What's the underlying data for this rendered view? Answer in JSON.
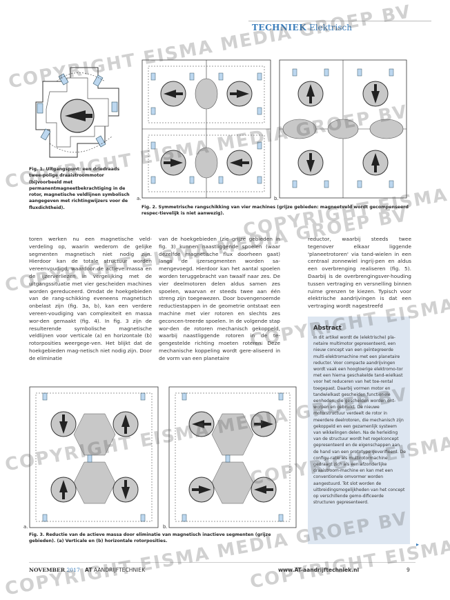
{
  "header": {
    "section": "TECHNIEK",
    "subsection": "Elektrisch"
  },
  "figure1": {
    "caption_label": "Fig. 1.",
    "caption_text": "Uitgangspunt: een driedraads twee-polige draaistroommotor (bijvoorbeeld met permanentmagneetbekrachtiging in de rotor, magnetische veldlijnen symbolisch aangegeven met richtingwijzers voor de fluxdichtheid)."
  },
  "figure2": {
    "label_a": "a.",
    "label_b": "b.",
    "caption_label": "Fig. 2.",
    "caption_text": "Symmetrische rangschikking van vier machines (grijze gebieden: magneetveld wordt gecompenseerd respec-tievelijk is niet aanwezig)."
  },
  "figure3": {
    "label_a": "a.",
    "label_b": "b.",
    "caption_label": "Fig. 3.",
    "caption_text": "Reductie van de actieve massa door eliminatie van magnetisch inactieve segmenten (grijze gebieden). (a) Verticale en (b) horizontale rotorposities."
  },
  "body": {
    "col1": "toren werken nu een magnetische veld-verdeling op, waarin wederom de gelijke segmenten magnetisch niet nodig zijn. Hierdoor kan de totale structuur worden vereenvoudigd, waardoor de actieve massa en de ijzerverliezen in vergelijking met de uitgangssituatie met vier gescheiden machines worden gereduceerd. Omdat de hoekgebieden van de rang-schikking eveneens magnetisch onbelast zijn (fig. 3a, b), kan een verdere vereen-voudiging van complexiteit en massa wor-den gemaakt (fig. 4). In fig. 3 zijn de resulterende symbolische magnetische veldlijnen voor verticale (a) en horizontale (b) rotorposities weergege-ven. Het blijkt dat de hoekgebieden mag-netisch niet nodig zijn. Door de eliminatie",
    "col2": "van de hoekgebieden (zie grijze gebieden in fig. 3) kunnen naastliggende spoelen (waar dezelfde magnetische flux doorheen gaat) langs de ijzersegmenten worden sa-mengevoegd. Hierdoor kan het aantal spoelen worden teruggebracht van twaalf naar zes. De vier deelmotoren delen aldus samen zes spoelen, waarvan er steeds twee aan één streng zijn toegewezen. Door bovengenoemde reductiestappen in de geometrie ontstaat een machine met vier rotoren en slechts zes geconcen-treerde spoelen. In de volgende stap wor-den de rotoren mechanisch gekoppeld, waarbij naastliggende rotoren in de te-gengestelde richting moeten roteren. Deze mechanische koppeling wordt gere-aliseerd in de vorm van een planetaire",
    "col3": "reductor, waarbij steeds twee tegenover elkaar liggende 'planeetrotoren' via tand-wielen in een centraal zonnewiel ingrij-pen en aldus een overbrenging realiseren (fig. 5). Daarbij is de overbrengingsver-houding tussen vertraging en versnelling binnen ruime grenzen te kiezen. Typisch voor elektrische aandrijvingen is dat een vertraging wordt nagestreefd"
  },
  "abstract": {
    "title": "Abstract",
    "text": "In dit artikel wordt de (elektrische) pla-netaire multimotor gepresenteerd, een nieuw concept van een geïntegreerde multi-elektromachine met een planetaire reductor. Voor compacte aandrijvingen wordt vaak een hoogtoerige elektromo-tor met een hierna geschakelde tand-wielkast voor het reduceren van het toe-rental toegepast. Daarbij vormen motor en tandwielkast gescheiden functionele eenheden, die gescheiden worden ont-worpen en gebruikt. De nieuwe motorstructuur verdeelt de rotor in meerdere deelrotoren, die mechanisch zijn gekoppeld en een gezamenlijk systeem van wikkelingen delen. Na de herleiding van de structuur wordt het regelconcept gepresenteerd en de eigenschappen aan de hand van een prototype geverifieerd. De configu-ratie als multirotormachine gedraagt zich als een afzonderlijke draaistroom-machine en kan met een conventionele omvormer worden aangestuurd. Tot slot worden de uitbreidingsmogelijkheden van het concept op verschillende gemo-dificeerde structuren gepresenteerd."
  },
  "footer": {
    "month": "NOVEMBER",
    "year": "2017",
    "magazine_logo": "AT",
    "magazine": "AANDRIJFTECHNIEK",
    "website": "www.AT-aandrijftechniek.nl",
    "page": "9"
  },
  "watermark": "COPYRIGHT EISMA MEDIA GROEP BV"
}
